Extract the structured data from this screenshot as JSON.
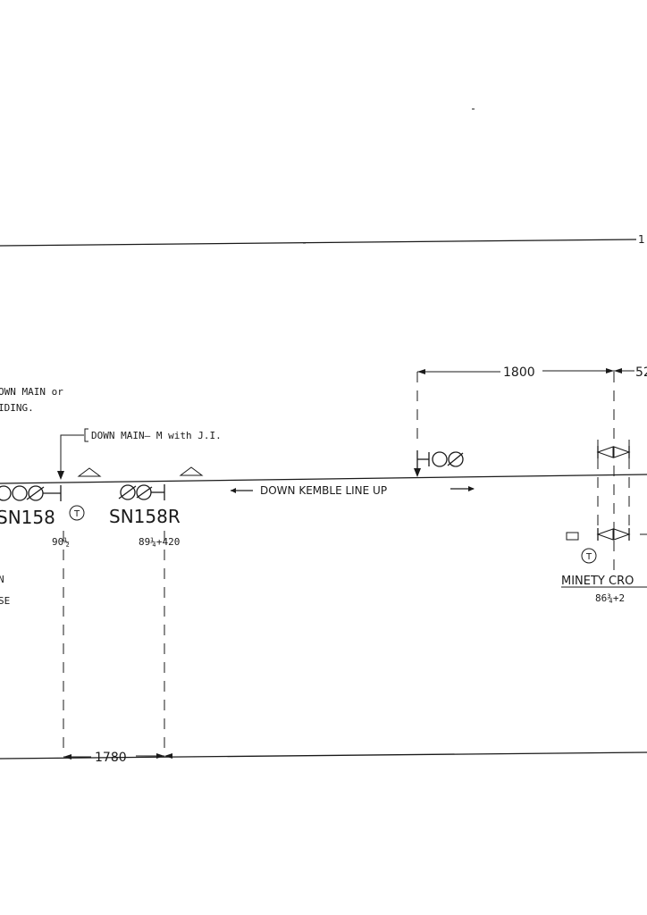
{
  "labels": {
    "down_main_or": "OWN MAIN or",
    "siding": "IDING.",
    "down_main_m": "DOWN MAIN– M with J.I.",
    "line_name": "DOWN  KEMBLE LINE  UP",
    "left_arrow": "—",
    "right_arrow": "—",
    "signal_sn158": "SN158",
    "signal_sn158r": "SN158R",
    "mileage_sn158": "90½",
    "mileage_sn158r": "89¼+420",
    "box_name": "MINETY CRO",
    "box_mileage": "86¾+2",
    "partial_n": "N",
    "partial_se": "SE",
    "dim_1800": "1800",
    "dim_52": "52",
    "dim_1780": "1780",
    "border_mark": "1",
    "t_symbol": "T"
  }
}
